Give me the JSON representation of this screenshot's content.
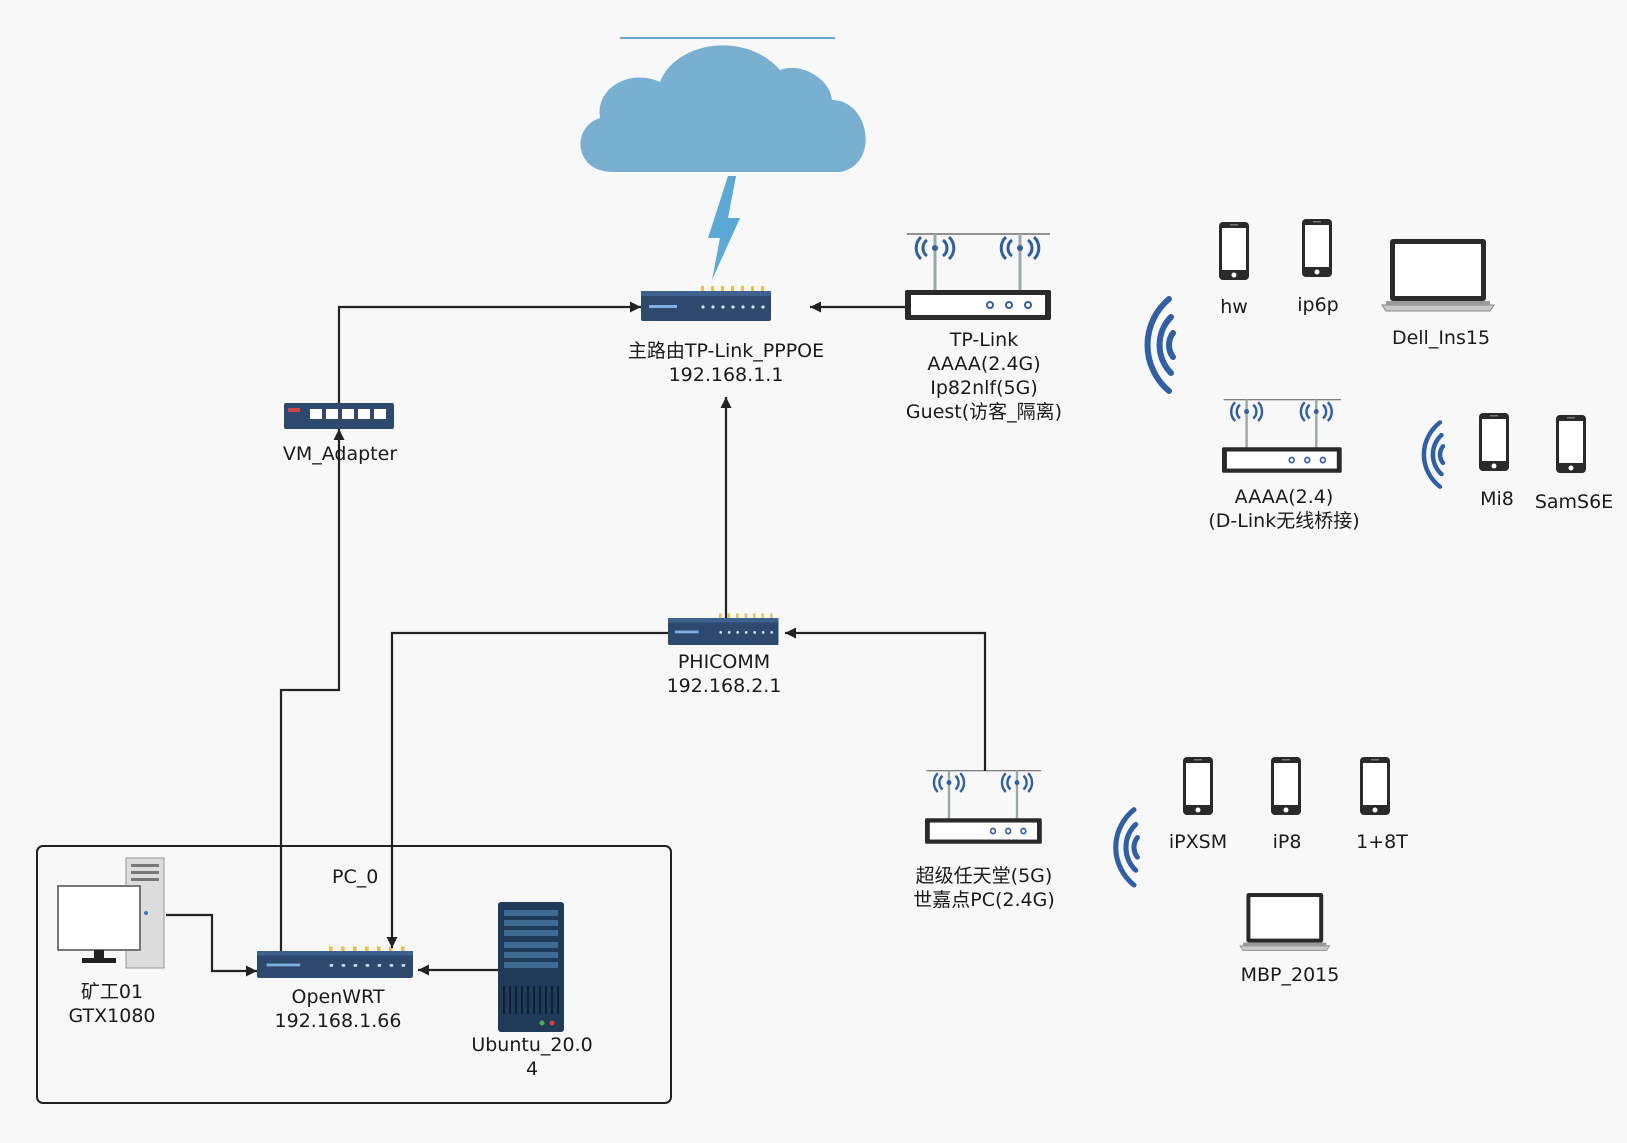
{
  "nodes": {
    "main_router": {
      "lines": [
        "主路由TP-Link_PPPOE",
        "192.168.1.1"
      ]
    },
    "tplink_ap": {
      "lines": [
        "TP-Link",
        "AAAA(2.4G)",
        "Ip82nlf(5G)",
        "Guest(访客_隔离)"
      ]
    },
    "vm_adapter": {
      "lines": [
        "VM_Adapter"
      ]
    },
    "phicomm": {
      "lines": [
        "PHICOMM",
        "192.168.2.1"
      ]
    },
    "dlink_ap": {
      "lines": [
        "AAAA(2.4)",
        "(D-Link无线桥接)"
      ]
    },
    "nintendo_ap": {
      "lines": [
        "超级任天堂(5G)",
        "世嘉点PC(2.4G)"
      ]
    },
    "openwrt": {
      "lines": [
        "OpenWRT",
        "192.168.1.66"
      ]
    },
    "miner_pc": {
      "lines": [
        "矿工01",
        "GTX1080"
      ]
    },
    "ubuntu_server": {
      "lines": [
        "Ubuntu_20.0",
        "4"
      ]
    }
  },
  "devices": {
    "hw": "hw",
    "ip6p": "ip6p",
    "dell": "Dell_Ins15",
    "mi8": "Mi8",
    "sams6e": "SamS6E",
    "ipxsm": "iPXSM",
    "ip8": "iP8",
    "oneplus": "1+8T",
    "mbp": "MBP_2015"
  },
  "group": {
    "label": "PC_0"
  },
  "colors": {
    "cloud": "#77b0d1",
    "lightning": "#5aa9d6",
    "router_body": "#2d4a6e",
    "wifi_wave": "#2f5fa8",
    "edge": "#222222"
  }
}
